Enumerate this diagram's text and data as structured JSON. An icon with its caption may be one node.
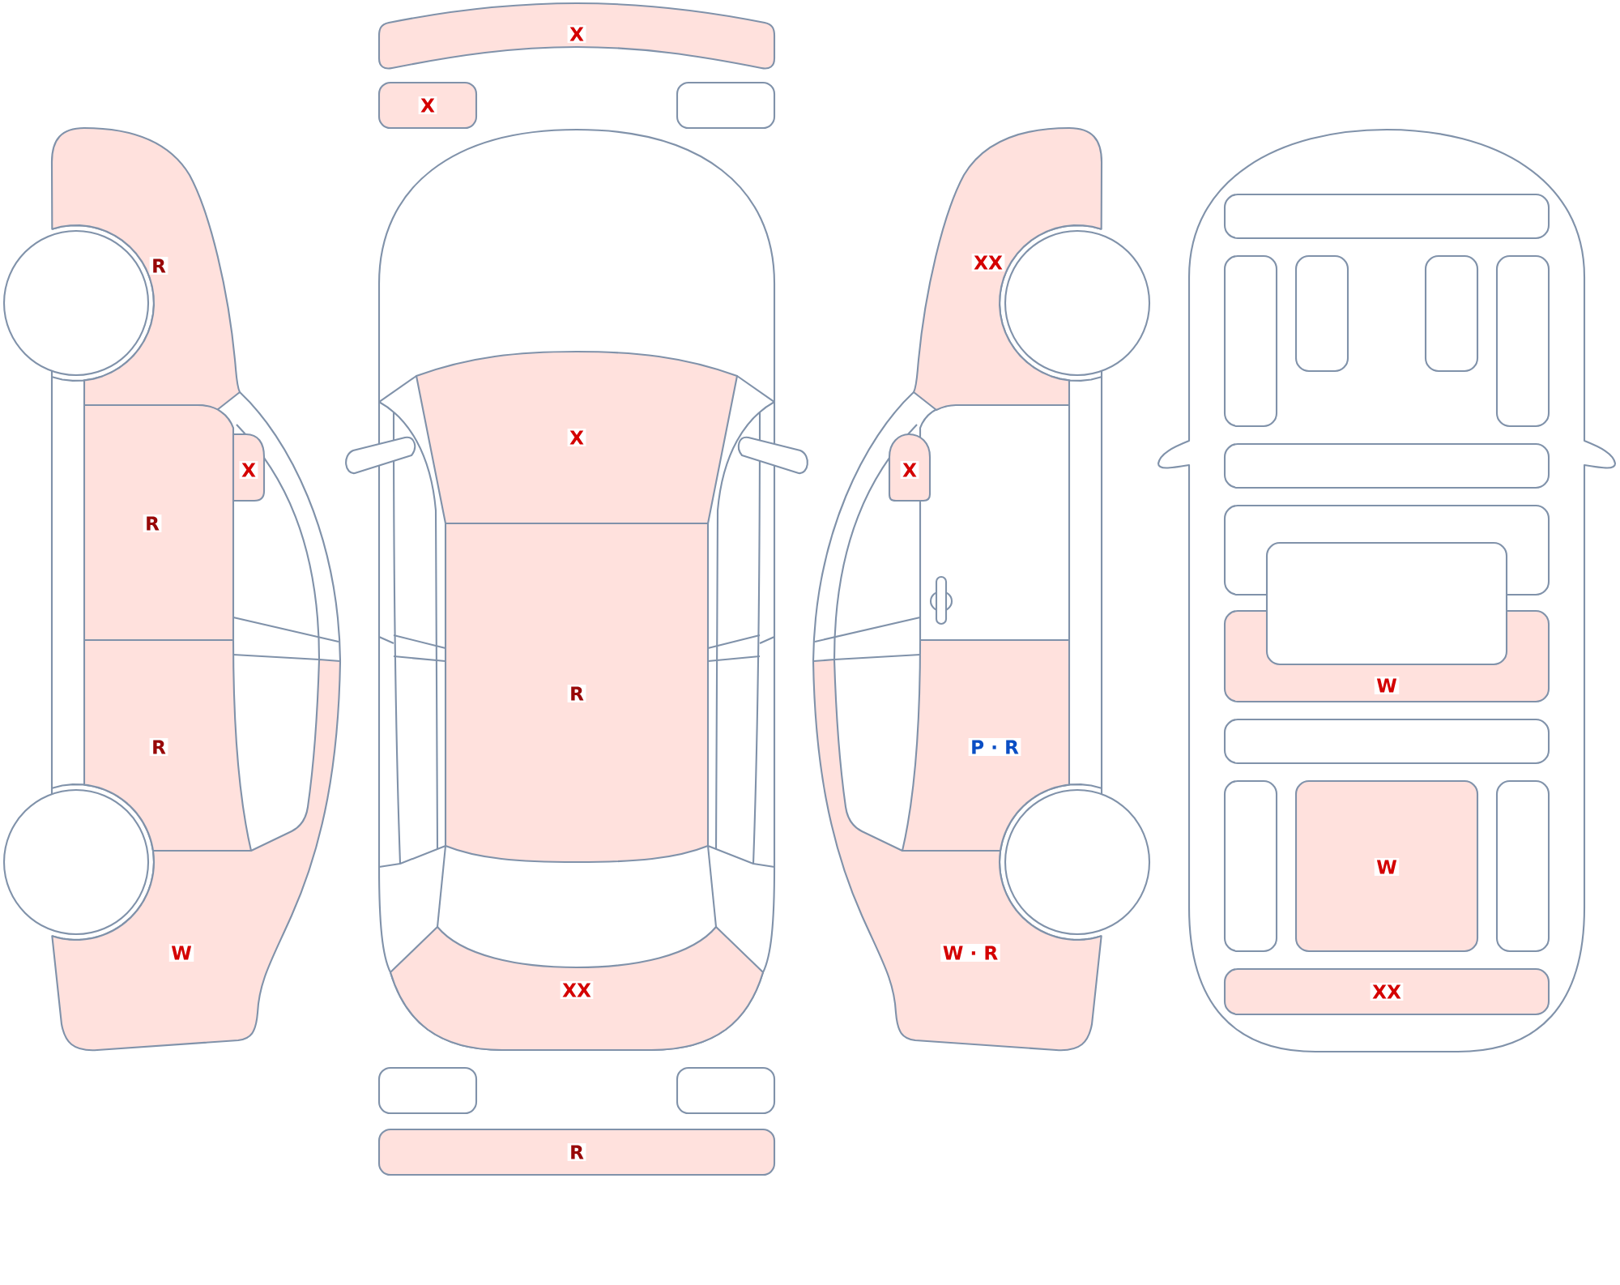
{
  "diagram": {
    "nodes": [
      {
        "text": [
          "R"
        ]
      },
      {
        "text": [
          "R"
        ]
      },
      {
        "text": [
          "X"
        ]
      },
      {
        "text": [
          "R"
        ]
      },
      {
        "text": [
          "W"
        ]
      },
      {
        "text": [
          "X"
        ]
      },
      {
        "text": [
          "X"
        ]
      },
      {
        "text": [],
        "shape": "box"
      },
      {
        "text": [
          "X"
        ]
      },
      {
        "text": [
          "R"
        ]
      },
      {
        "text": [
          "XX"
        ]
      },
      {
        "text": [],
        "shape": "box"
      },
      {
        "text": [],
        "shape": "box"
      },
      {
        "text": [
          "R"
        ]
      },
      {
        "text": [
          "XX"
        ]
      },
      {
        "text": [
          "X"
        ]
      },
      {
        "text": [
          "P · R"
        ]
      },
      {
        "text": [
          "W · R"
        ]
      },
      {
        "text": [],
        "shape": "box"
      },
      {
        "text": [],
        "shape": "box"
      },
      {
        "text": [],
        "shape": "box"
      },
      {
        "text": [],
        "shape": "box"
      },
      {
        "text": [],
        "shape": "box"
      },
      {
        "text": [],
        "shape": "box"
      },
      {
        "text": [],
        "shape": "box"
      },
      {
        "text": [],
        "shape": "box"
      },
      {
        "text": [
          "W"
        ]
      },
      {
        "text": [],
        "shape": "box"
      },
      {
        "text": [],
        "shape": "box"
      },
      {
        "text": [
          "W"
        ]
      },
      {
        "text": [],
        "shape": "box"
      },
      {
        "text": [
          "XX"
        ]
      }
    ]
  }
}
